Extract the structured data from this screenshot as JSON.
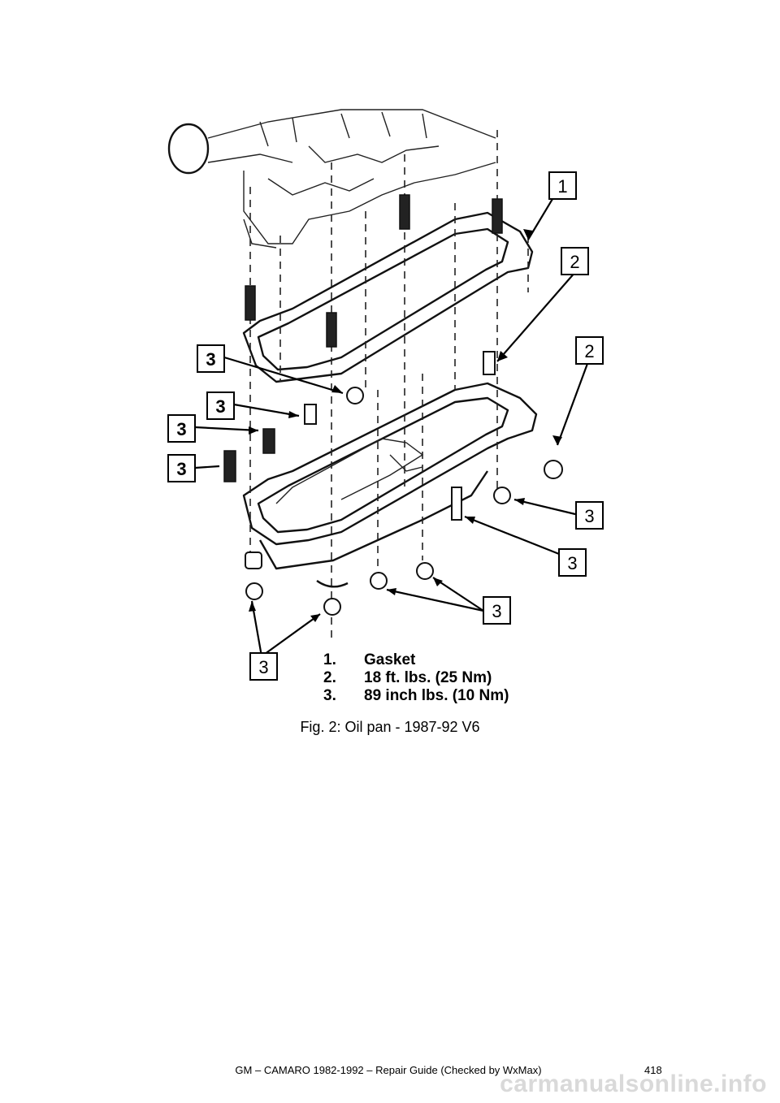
{
  "figure": {
    "callouts": [
      "1",
      "2",
      "2",
      "3",
      "3",
      "3",
      "3",
      "3",
      "3",
      "3",
      "3"
    ],
    "legend": [
      {
        "num": "1.",
        "text": "Gasket"
      },
      {
        "num": "2.",
        "text": "18 ft. lbs. (25 Nm)"
      },
      {
        "num": "3.",
        "text": "89 inch lbs. (10 Nm)"
      }
    ]
  },
  "caption": "Fig. 2: Oil pan - 1987-92 V6",
  "footer": {
    "text": "GM – CAMARO 1982-1992 – Repair Guide (Checked by WxMax)",
    "page": "418"
  },
  "watermark": "carmanualsonline.info"
}
